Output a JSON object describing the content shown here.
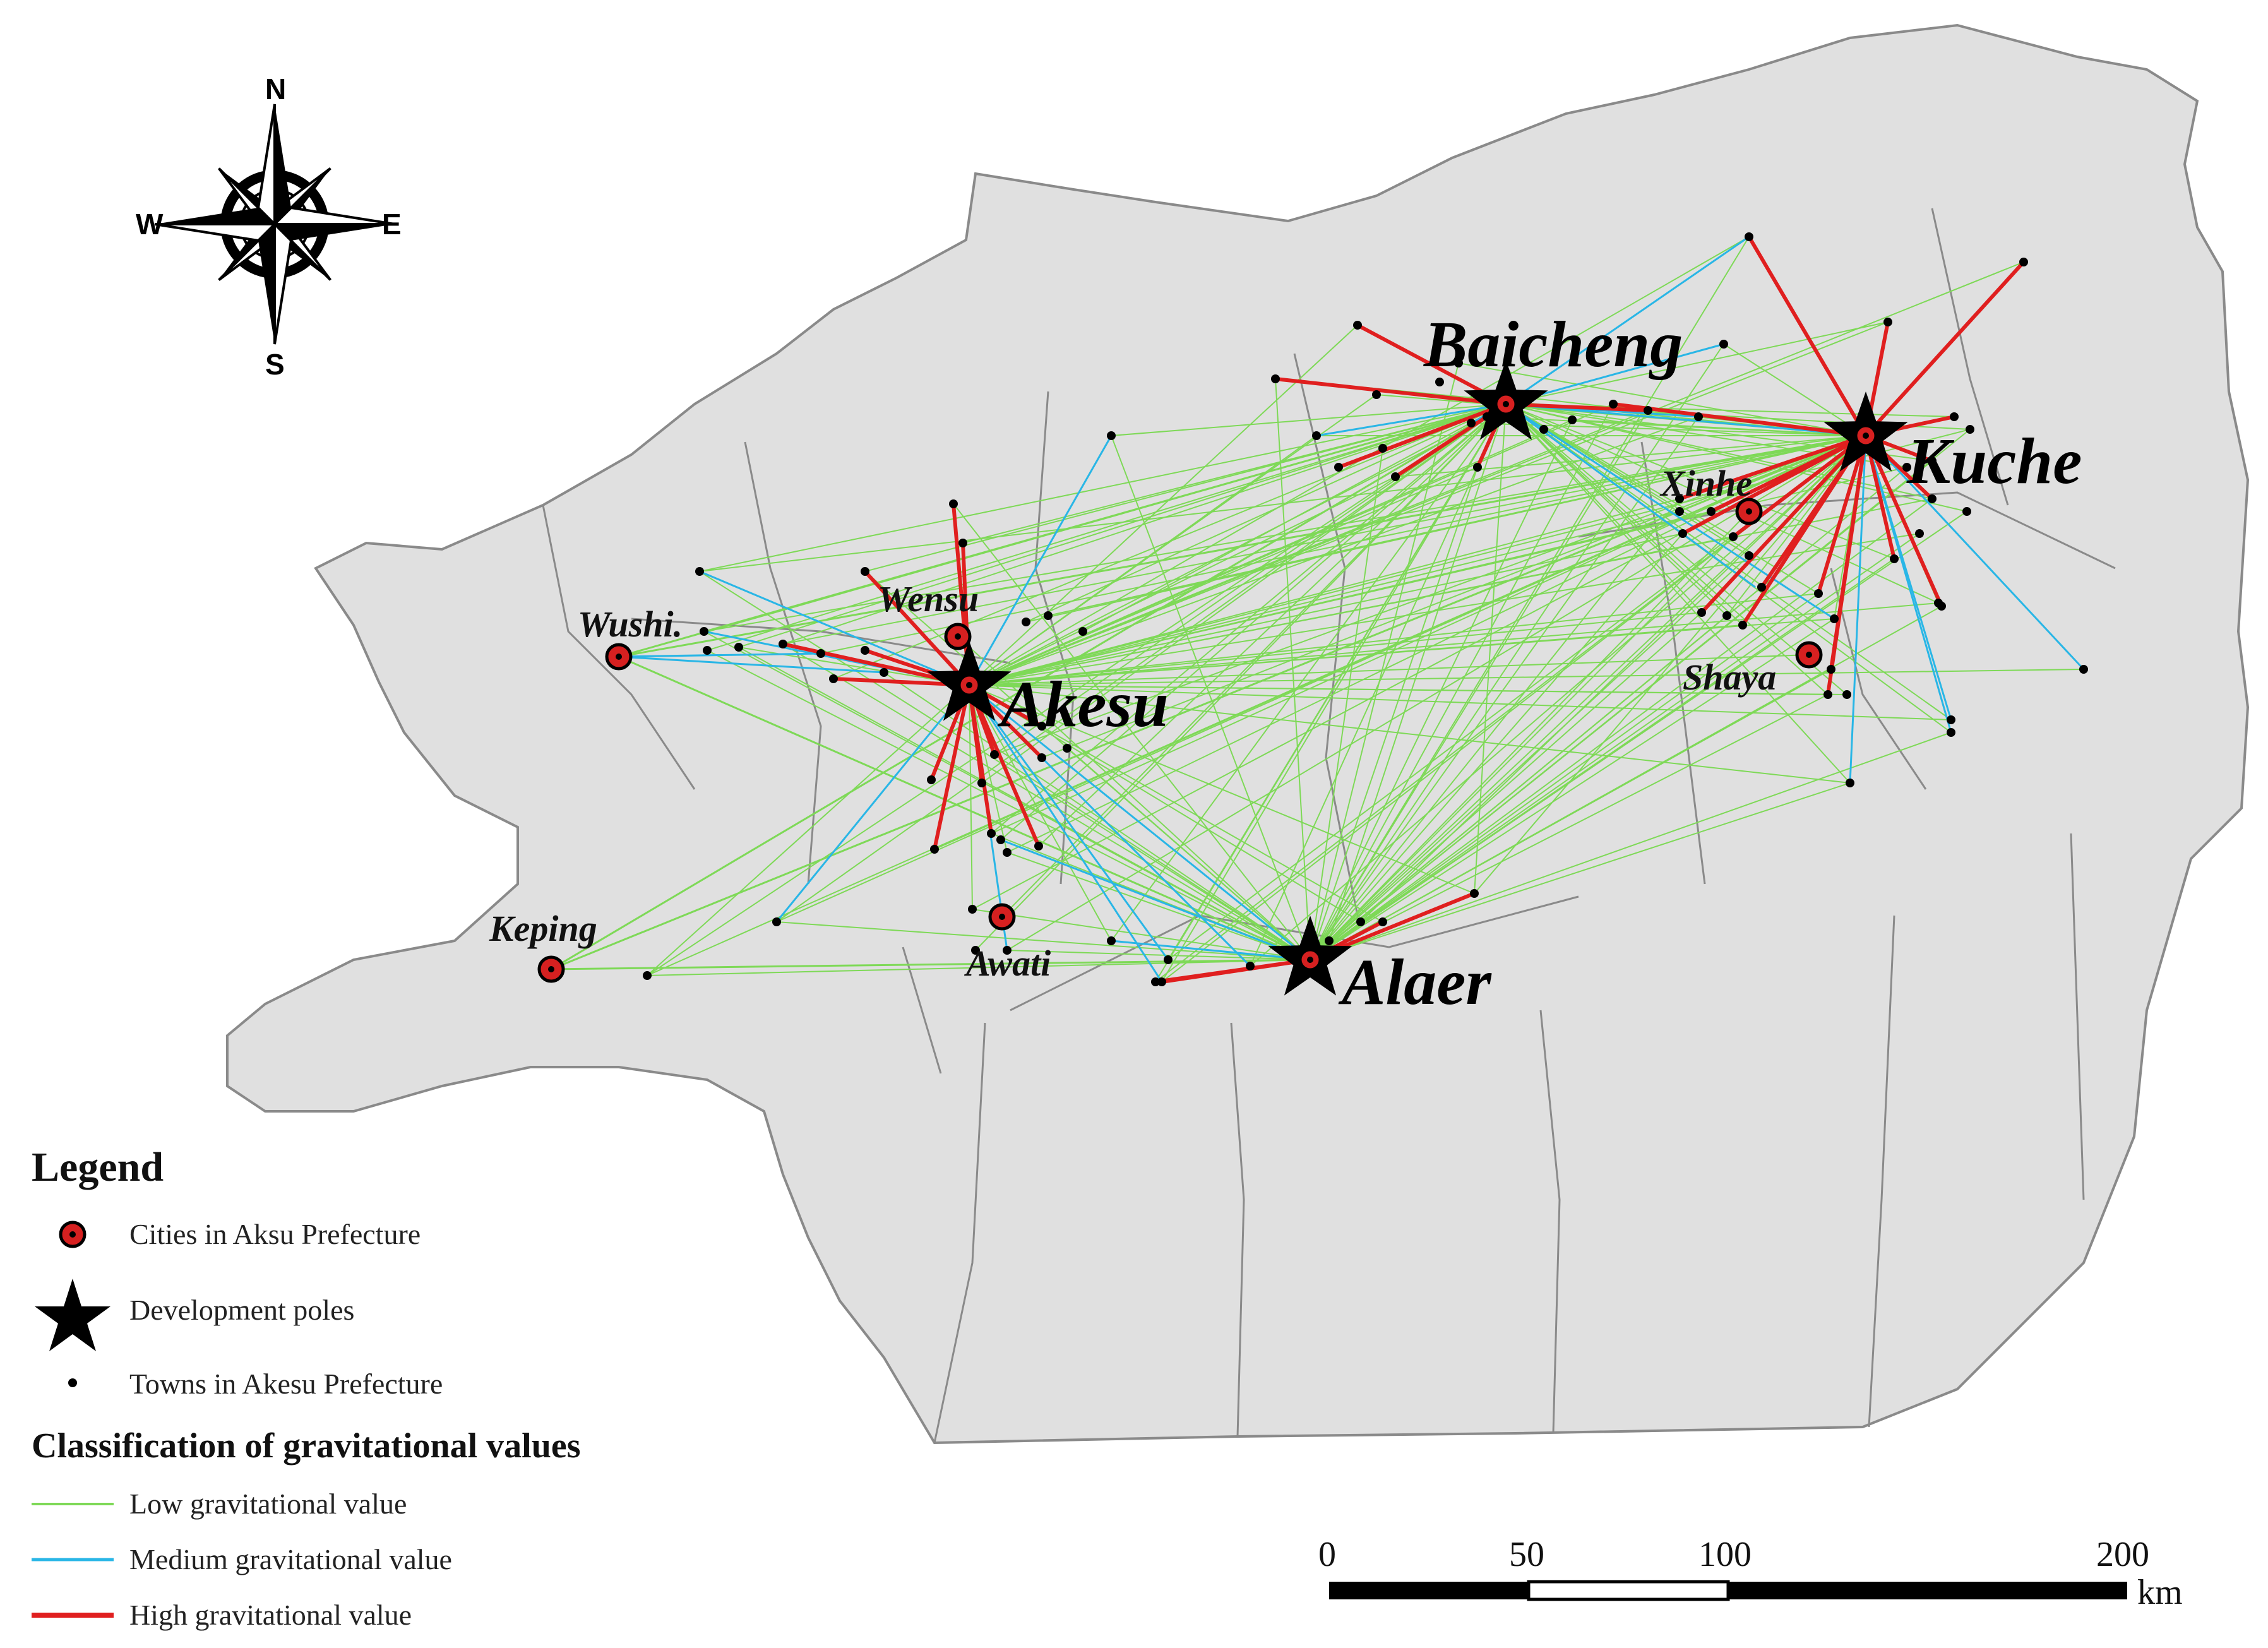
{
  "compass": {
    "n": "N",
    "s": "S",
    "e": "E",
    "w": "W"
  },
  "colors": {
    "region_fill": "#e0e0e0",
    "region_border": "#8a8a8a",
    "low": "#7ed957",
    "medium": "#29b6e6",
    "high": "#e01f1f",
    "city_fill": "#d62020",
    "town": "#000000"
  },
  "poles": [
    {
      "id": "akesu",
      "label": "Akesu"
    },
    {
      "id": "baicheng",
      "label": "Baicheng"
    },
    {
      "id": "kuche",
      "label": "Kuche"
    },
    {
      "id": "alaer",
      "label": "Alaer"
    }
  ],
  "cities": [
    {
      "id": "wushi",
      "label": "Wushi."
    },
    {
      "id": "wensu",
      "label": "Wensu"
    },
    {
      "id": "keping",
      "label": "Keping"
    },
    {
      "id": "awati",
      "label": "Awati"
    },
    {
      "id": "xinhe",
      "label": "Xinhe"
    },
    {
      "id": "shaya",
      "label": "Shaya"
    }
  ],
  "legend": {
    "title": "Legend",
    "cities": "Cities in Aksu Prefecture",
    "poles": "Development poles",
    "towns": "Towns in Akesu Prefecture",
    "classification_title": "Classification of gravitational values",
    "low": "Low gravitational value",
    "medium": "Medium gravitational value",
    "high": "High gravitational value"
  },
  "scalebar": {
    "ticks": [
      "0",
      "50",
      "100",
      "200"
    ],
    "unit": "km"
  }
}
